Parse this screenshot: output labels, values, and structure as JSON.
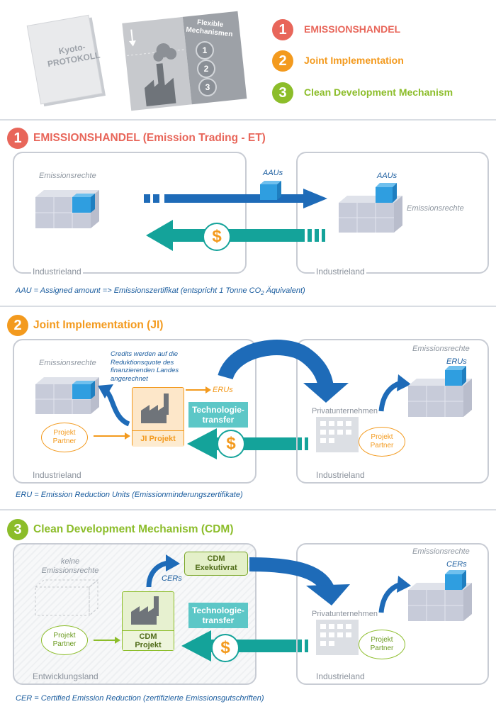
{
  "header": {
    "kyoto_line1": "Kyoto-",
    "kyoto_line2": "PROTOKOLL",
    "flex_line1": "Flexible",
    "flex_line2": "Mechanismen",
    "numbers": [
      "1",
      "2",
      "3"
    ],
    "legend": [
      {
        "num": "1",
        "label": "EMISSIONSHANDEL",
        "color": "#e8665a"
      },
      {
        "num": "2",
        "label": "Joint Implementation",
        "color": "#f39a1e"
      },
      {
        "num": "3",
        "label": "Clean Development Mechanism",
        "color": "#8cbd2a"
      }
    ]
  },
  "colors": {
    "red": "#e8665a",
    "orange": "#f39a1e",
    "green": "#8cbd2a",
    "blue_arrow": "#1e6bb8",
    "teal_arrow": "#14a39a",
    "cube_blue": "#2f9ee0",
    "cube_grey": "#c7cbd9",
    "footnote": "#1a5c9e"
  },
  "et": {
    "num": "1",
    "title": "EMISSIONSHANDEL (Emission Trading - ET)",
    "left_rights": "Emissionsrechte",
    "aau_top": "AAUs",
    "aau_right": "AAUs",
    "right_rights": "Emissionsrechte",
    "left_panel": "Industrieland",
    "right_panel": "Industrieland",
    "dollar": "$",
    "footnote_pre": "AAU = Assigned amount   =>  Emissionszertifikat (entspricht 1 Tonne CO",
    "footnote_sub": "2",
    "footnote_post": " Äquivalent)"
  },
  "ji": {
    "num": "2",
    "title": "Joint Implementation (JI)",
    "left_rights": "Emissionsrechte",
    "credits_note": [
      "Credits werden auf die",
      "Reduktionsquote des",
      "finanzierenden Landes",
      "angerechnet"
    ],
    "erus_arrow": "ERUs",
    "tech": [
      "Technologie-",
      "transfer"
    ],
    "project": "JI Projekt",
    "partner_left": [
      "Projekt",
      "Partner"
    ],
    "right_rights": "Emissionsrechte",
    "right_erus": "ERUs",
    "private": "Privatunternehmen",
    "partner_right": [
      "Projekt",
      "Partner"
    ],
    "left_panel": "Industrieland",
    "right_panel": "Industrieland",
    "dollar": "$",
    "footnote": "ERU = Emission Reduction Units (Emissionminderungszertifikate)"
  },
  "cdm": {
    "num": "3",
    "title": "Clean Development Mechanism (CDM)",
    "no_rights": [
      "keine",
      "Emissionsrechte"
    ],
    "cers_arrow": "CERs",
    "exec": [
      "CDM",
      "Exekutivrat"
    ],
    "tech": [
      "Technologie-",
      "transfer"
    ],
    "project": [
      "CDM",
      "Projekt"
    ],
    "partner_left": [
      "Projekt",
      "Partner"
    ],
    "right_rights": "Emissionsrechte",
    "right_cers": "CERs",
    "private": "Privatunternehmen",
    "partner_right": [
      "Projekt",
      "Partner"
    ],
    "left_panel": "Entwicklungsland",
    "right_panel": "Industrieland",
    "dollar": "$",
    "footnote": "CER = Certified Emission Reduction (zertifizierte Emissionsgutschriften)"
  }
}
